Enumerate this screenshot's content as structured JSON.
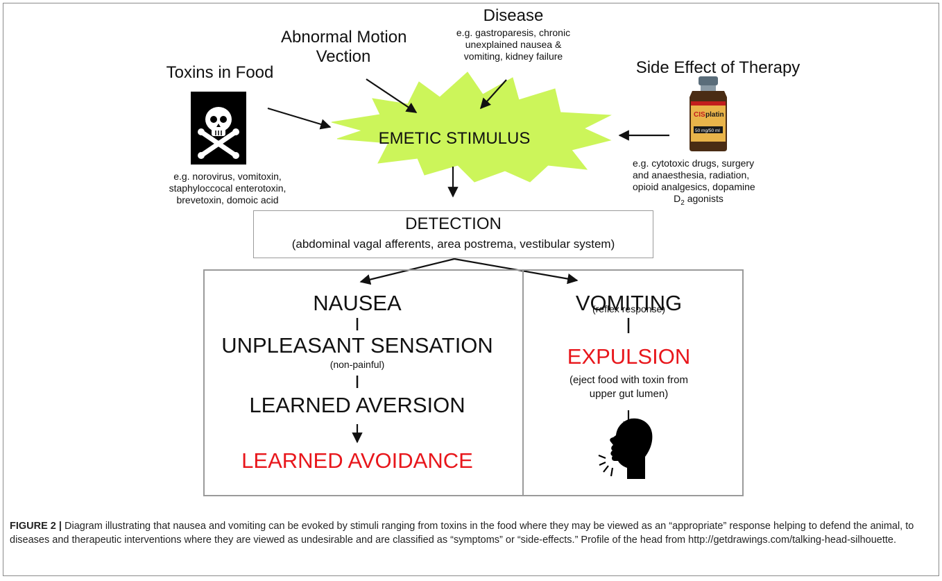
{
  "stimuli": {
    "toxins_title": "Toxins in Food",
    "toxins_examples": [
      "e.g. norovirus,  vomitoxin,",
      "staphyloccocal enterotoxin,",
      "brevetoxin,  domoic acid"
    ],
    "motion_title": [
      "Abnormal Motion",
      "Vection"
    ],
    "disease_title": "Disease",
    "disease_examples": [
      "e.g. gastroparesis, chronic",
      "unexplained nausea &",
      "vomiting, kidney failure"
    ],
    "therapy_title": "Side Effect of Therapy",
    "therapy_examples": [
      "e.g. cytotoxic drugs, surgery",
      "and anaesthesia, radiation,",
      "opioid analgesics, dopamine"
    ],
    "therapy_d2": "D",
    "therapy_d2_sub": "2",
    "therapy_d2_rest": " agonists",
    "vial_label": [
      "CIS",
      "platin"
    ],
    "vial_sublabel": "50 mg/50 ml"
  },
  "center": {
    "label": "EMETIC STIMULUS"
  },
  "detection": {
    "title": "DETECTION",
    "subtitle": "(abdominal vagal afferents, area postrema, vestibular system)"
  },
  "nausea_path": {
    "nausea": "NAUSEA",
    "sensation": "UNPLEASANT SENSATION",
    "sensation_note": "(non-painful)",
    "aversion": "LEARNED AVERSION",
    "avoidance": "LEARNED AVOIDANCE"
  },
  "vomiting_path": {
    "vomiting": "VOMITING",
    "reflex": "(reflex response)",
    "expulsion": "EXPULSION",
    "expulsion_note": [
      "(eject food with toxin from",
      "upper gut lumen)"
    ]
  },
  "caption": {
    "label": "FIGURE 2 |",
    "text": " Diagram illustrating that nausea and vomiting can be evoked by stimuli ranging from toxins in the food where they may be viewed as an “appropriate” response helping to defend the animal, to diseases and therapeutic interventions where they are viewed as undesirable and are classified as “symptoms” or “side-effects.” Profile of the head from http://getdrawings.com/talking-head-silhouette."
  },
  "colors": {
    "starburst": "#ccf55a",
    "highlight": "#e8161b",
    "border": "#9a9a9a"
  },
  "icons": [
    "skull-crossbones-icon",
    "cisplatin-vial-icon",
    "vomiting-head-icon"
  ]
}
